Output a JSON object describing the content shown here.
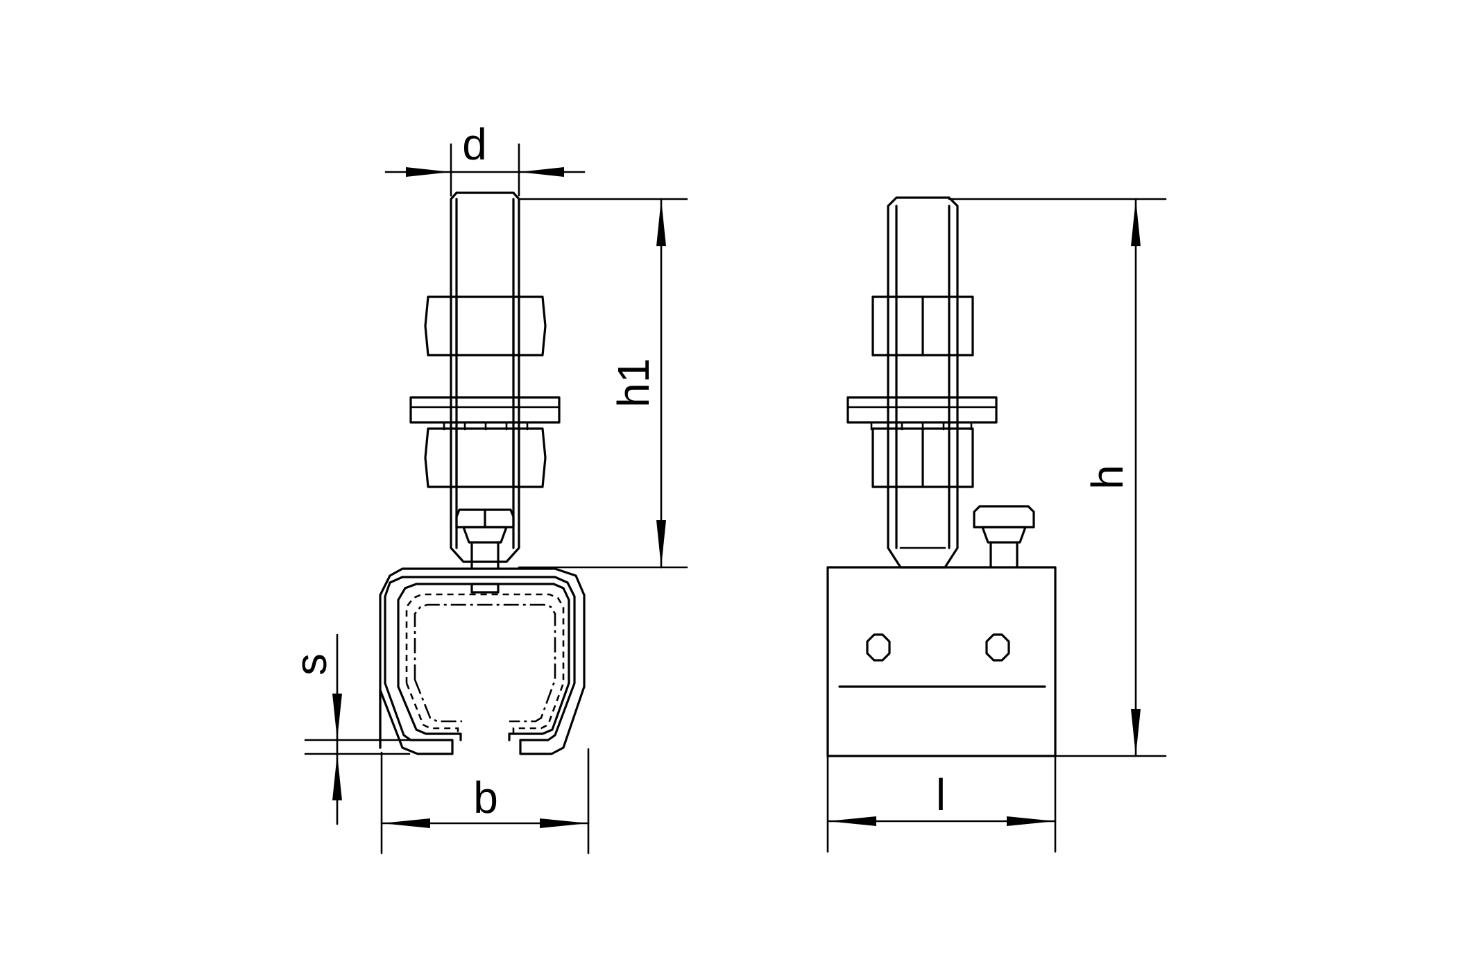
{
  "diagram": {
    "views": [
      "front-view",
      "side-view"
    ],
    "dimension_labels": {
      "d": "d",
      "h1": "h1",
      "h": "h",
      "s": "s",
      "b": "b",
      "l": "l"
    },
    "line_color": "#000000",
    "background": "#ffffff"
  }
}
